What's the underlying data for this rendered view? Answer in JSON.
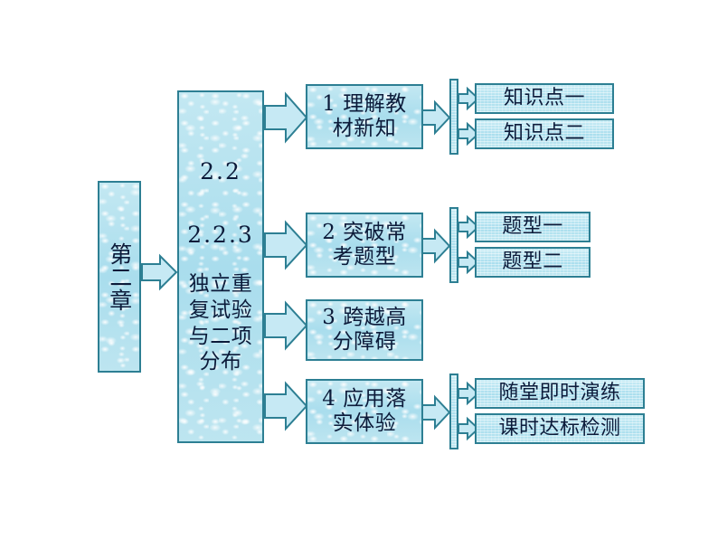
{
  "diagram": {
    "title_chain": "第二章 2.2 2.2.3 独立重复试验与二项分布",
    "chapter": {
      "label": "第二章"
    },
    "section": {
      "number_top": "2.2",
      "number_sub": "2.2.3",
      "name": "独立重复试验\n与二项分布"
    },
    "branches": [
      {
        "id": "b1",
        "label": "1  理解教\n材新知",
        "leaves": [
          {
            "label": "知识点一"
          },
          {
            "label": "知识点二"
          }
        ]
      },
      {
        "id": "b2",
        "label": "2  突破常\n考题型",
        "leaves": [
          {
            "label": "题型一"
          },
          {
            "label": "题型二"
          }
        ]
      },
      {
        "id": "b3",
        "label": "3  跨越高\n分障碍",
        "leaves": []
      },
      {
        "id": "b4",
        "label": "4  应用落\n实体验",
        "leaves": [
          {
            "label": "随堂即时演练"
          },
          {
            "label": "课时达标检测"
          }
        ]
      }
    ],
    "colors": {
      "box_fill": "#b6e3ef",
      "box_border": "#2d7f93",
      "arrow_fill": "#c6e9f4",
      "arrow_border": "#2d7f93",
      "text": "#0c1b3a",
      "background": "#ffffff"
    },
    "icons": {
      "right_arrow": "right-arrow-icon",
      "connector_bar": "connector-bar-icon"
    }
  }
}
